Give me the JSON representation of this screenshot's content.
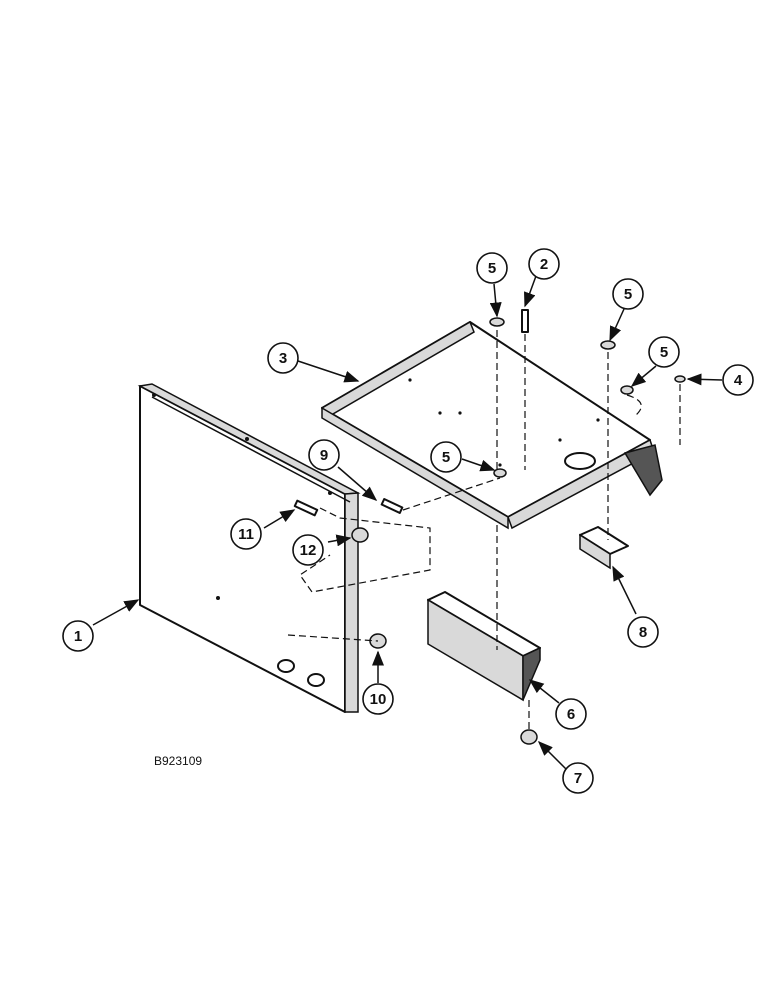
{
  "figure_id": "B923109",
  "callouts": [
    {
      "label": "1"
    },
    {
      "label": "2"
    },
    {
      "label": "3"
    },
    {
      "label": "4"
    },
    {
      "label": "5"
    },
    {
      "label": "5"
    },
    {
      "label": "5"
    },
    {
      "label": "5"
    },
    {
      "label": "6"
    },
    {
      "label": "7"
    },
    {
      "label": "8"
    },
    {
      "label": "9"
    },
    {
      "label": "10"
    },
    {
      "label": "11"
    },
    {
      "label": "12"
    }
  ],
  "colors": {
    "line": "#111111",
    "background": "#ffffff"
  }
}
